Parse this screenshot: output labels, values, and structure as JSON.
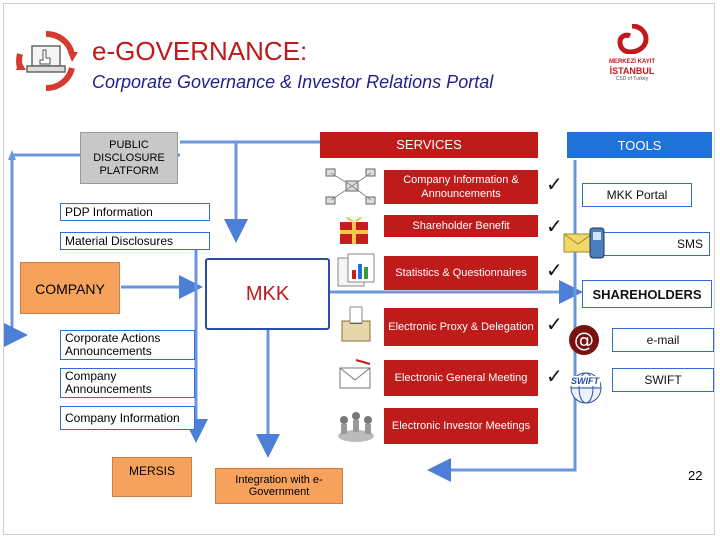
{
  "header": {
    "title": "e-GOVERNANCE:",
    "subtitle": "Corporate Governance & Investor Relations Portal",
    "logo_lines": [
      "MERKEZİ KAYIT",
      "İSTANBUL",
      "CSD of Turkey"
    ]
  },
  "left": {
    "platform": "PUBLIC DISCLOSURE PLATFORM",
    "pdp_info": "PDP Information",
    "material": "Material Disclosures",
    "company": "COMPANY",
    "corporate_actions": "Corporate Actions Announcements",
    "company_announcements": "Company Announcements",
    "company_information": "Company Information",
    "mersis": "MERSIS"
  },
  "center": {
    "mkk": "MKK",
    "integration": "Integration with e-Government"
  },
  "services": {
    "header": "SERVICES",
    "items": [
      {
        "label": "Company Information & Announcements",
        "checked": true
      },
      {
        "label": "Shareholder Benefit",
        "checked": true
      },
      {
        "label": "Statistics & Questionnaires",
        "checked": true
      },
      {
        "label": "Electronic Proxy & Delegation",
        "checked": true
      },
      {
        "label": "Electronic General Meeting",
        "checked": true
      },
      {
        "label": "Electronic Investor Meetings",
        "checked": false
      }
    ],
    "check_glyph": "✓"
  },
  "tools": {
    "header": "TOOLS",
    "mkk_portal": "MKK Portal",
    "sms": "SMS",
    "shareholders": "SHAREHOLDERS",
    "email": "e-mail",
    "swift": "SWIFT",
    "swift_badge": "SWIFT"
  },
  "page_number": "22",
  "colors": {
    "accent_red": "#bf1b1b",
    "accent_blue": "#1e72d8",
    "orange": "#f6a25c",
    "title_blue": "#1f1f8f"
  }
}
